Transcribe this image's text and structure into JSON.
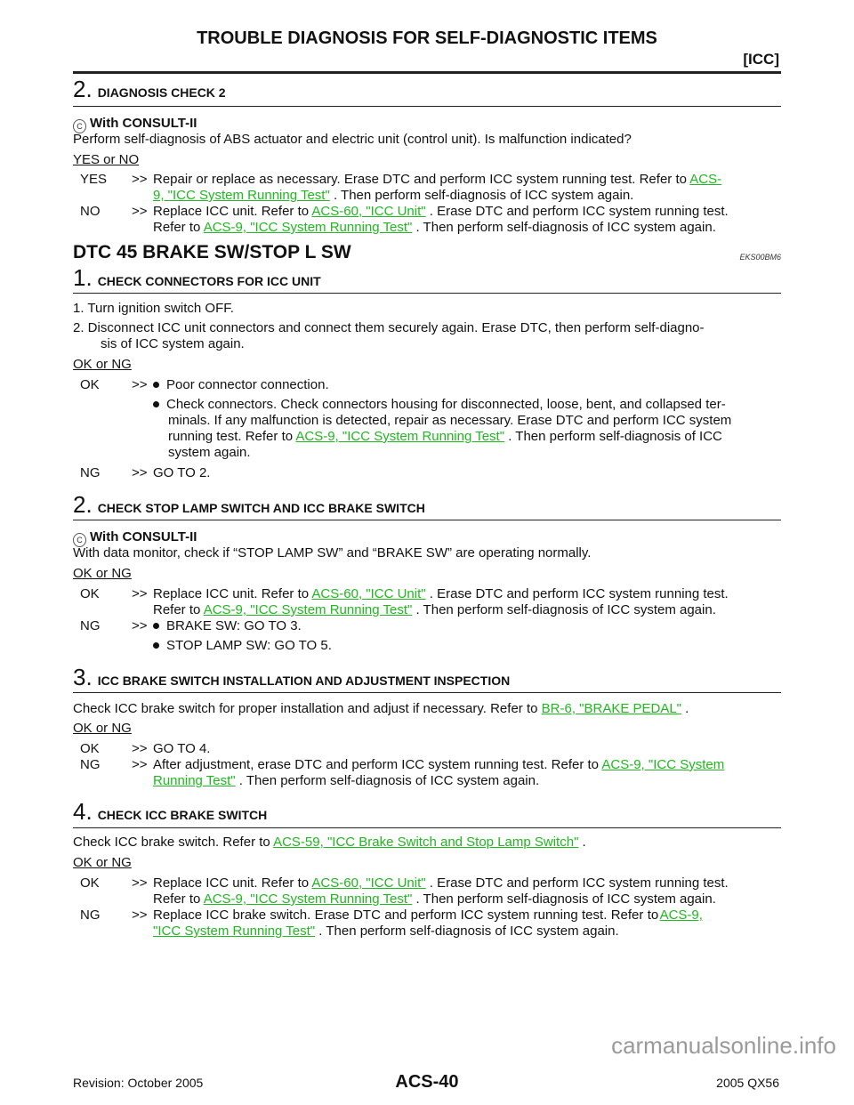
{
  "header": {
    "title": "TROUBLE DIAGNOSIS FOR SELF-DIAGNOSTIC ITEMS",
    "section": "[ICC]"
  },
  "step_a": {
    "num": "2.",
    "title": "DIAGNOSIS CHECK 2",
    "consult": "With CONSULT-II",
    "text": "Perform self-diagnosis of ABS actuator and electric unit (control unit). Is malfunction indicated?",
    "judge": "YES or NO",
    "yes_label": "YES",
    "no_label": "NO",
    "arrow": ">>",
    "yes_1": "Repair or replace as necessary. Erase DTC and perform ICC system running test. Refer to ",
    "yes_link_1": "ACS-",
    "yes_link_2": "9, \"ICC System Running Test\"",
    "yes_2": " . Then perform self-diagnosis of ICC system again.",
    "no_1": "Replace ICC unit. Refer to ",
    "no_link_1": "ACS-60, \"ICC Unit\"",
    "no_2": " . Erase DTC and perform ICC system running test.",
    "no_3": "Refer to ",
    "no_link_2": "ACS-9, \"ICC System Running Test\"",
    "no_4": " . Then perform self-diagnosis of ICC system again."
  },
  "dtc": {
    "title": "DTC 45 BRAKE SW/STOP L SW",
    "code": "EKS00BM6"
  },
  "step1": {
    "num": "1.",
    "title": "CHECK CONNECTORS FOR ICC UNIT",
    "item1": "1.   Turn ignition switch OFF.",
    "item2a": "2.   Disconnect ICC unit connectors and connect them securely again. Erase DTC, then perform self-diagno-",
    "item2b": "sis of ICC system again.",
    "judge": "OK or NG",
    "ok_label": "OK",
    "ng_label": "NG",
    "arrow": ">>",
    "ok_b1": "Poor connector connection.",
    "ok_b2a": "Check connectors. Check connectors housing for disconnected, loose, bent, and collapsed ter-",
    "ok_b2b": "minals. If any malfunction is detected, repair as necessary. Erase DTC and perform ICC system",
    "ok_b2c": "running test. Refer to ",
    "ok_link": "ACS-9, \"ICC System Running Test\"",
    "ok_b2d": " . Then perform self-diagnosis of ICC",
    "ok_b2e": "system again.",
    "ng": "GO TO 2."
  },
  "step2": {
    "num": "2.",
    "title": "CHECK STOP LAMP SWITCH AND ICC BRAKE SWITCH",
    "consult": "With CONSULT-II",
    "text": "With data monitor, check if “STOP LAMP SW” and “BRAKE SW” are operating normally.",
    "judge": "OK or NG",
    "ok_label": "OK",
    "ng_label": "NG",
    "arrow": ">>",
    "ok_1": "Replace ICC unit. Refer to ",
    "ok_link_1": "ACS-60, \"ICC Unit\"",
    "ok_2": " . Erase DTC and perform ICC system running test.",
    "ok_3": "Refer to ",
    "ok_link_2": "ACS-9, \"ICC System Running Test\"",
    "ok_4": " . Then perform self-diagnosis of ICC system again.",
    "ng_b1": "BRAKE SW: GO TO 3.",
    "ng_b2": "STOP LAMP SW: GO TO 5."
  },
  "step3": {
    "num": "3.",
    "title": "ICC BRAKE SWITCH INSTALLATION AND ADJUSTMENT INSPECTION",
    "text": "Check ICC brake switch for proper installation and adjust if necessary. Refer to ",
    "link": "BR-6, \"BRAKE PEDAL\"",
    "text_end": " .",
    "judge": "OK or NG",
    "ok_label": "OK",
    "ng_label": "NG",
    "arrow": ">>",
    "ok": "GO TO 4.",
    "ng_1": "After adjustment, erase DTC and perform ICC system running test. Refer to ",
    "ng_link_1": "ACS-9, \"ICC System",
    "ng_link_2": "Running Test\"",
    "ng_2": " . Then perform self-diagnosis of ICC system again."
  },
  "step4": {
    "num": "4.",
    "title": "CHECK ICC BRAKE SWITCH",
    "text": "Check ICC brake switch. Refer to ",
    "link": "ACS-59, \"ICC Brake Switch and Stop Lamp Switch\"",
    "text_end": " .",
    "judge": "OK or NG",
    "ok_label": "OK",
    "ng_label": "NG",
    "arrow": ">>",
    "ok_1": "Replace ICC unit. Refer to ",
    "ok_link_1": "ACS-60, \"ICC Unit\"",
    "ok_2": " . Erase DTC and perform ICC system running test.",
    "ok_3": "Refer to ",
    "ok_link_2": "ACS-9, \"ICC System Running Test\"",
    "ok_4": " . Then perform self-diagnosis of ICC system again.",
    "ng_1": "Replace  ICC  brake  switch.  Erase  DTC  and  perform  ICC  system  running  test.  Refer  to ",
    "ng_link_1": "ACS-9,",
    "ng_link_2": "\"ICC System Running Test\"",
    "ng_2": " . Then perform self-diagnosis of ICC system again."
  },
  "footer": {
    "revision": "Revision: October 2005",
    "page": "ACS-40",
    "model": "2005 QX56",
    "watermark": "carmanualsonline.info"
  }
}
